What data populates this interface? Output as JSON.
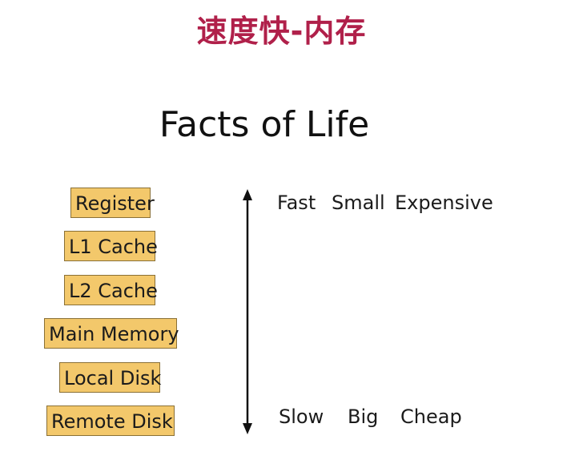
{
  "header": {
    "title": "速度快-内存"
  },
  "slide": {
    "title": "Facts of Life"
  },
  "hierarchy": {
    "levels": [
      "Register",
      "L1 Cache",
      "L2 Cache",
      "Main Memory",
      "Local Disk",
      "Remote Disk"
    ]
  },
  "axis": {
    "top_labels": [
      "Fast",
      "Small",
      "Expensive"
    ],
    "bottom_labels": [
      "Slow",
      "Big",
      "Cheap"
    ]
  },
  "colors": {
    "header_title": "#b0204a",
    "box_fill": "#f3c86b",
    "box_border": "#8a7036",
    "text": "#1b1b1b"
  }
}
